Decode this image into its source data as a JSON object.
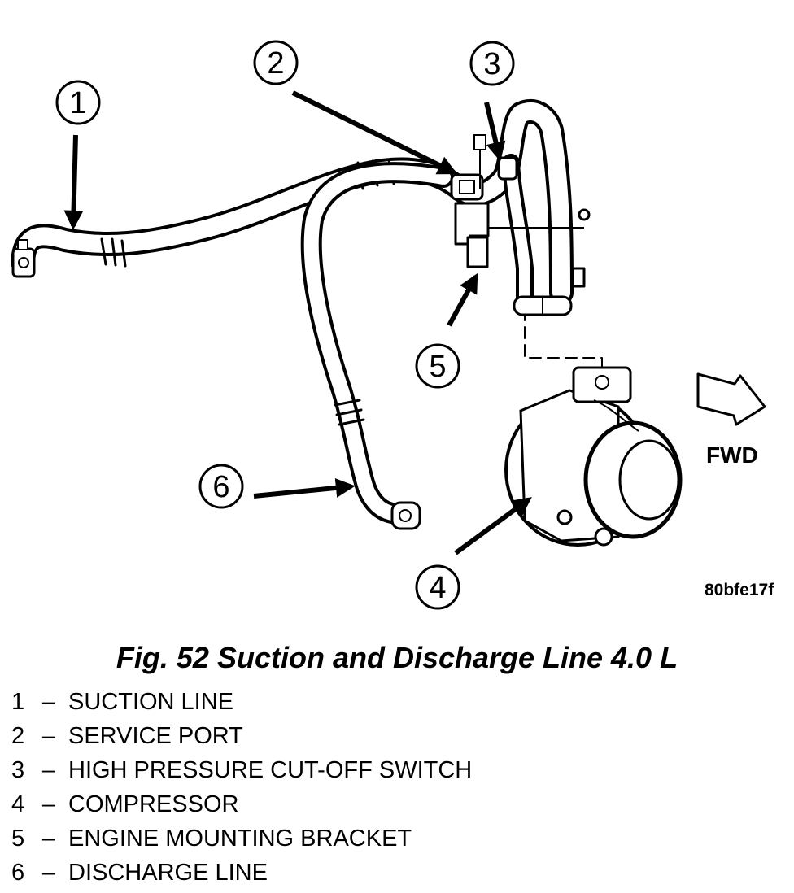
{
  "callouts": [
    {
      "number": "1"
    },
    {
      "number": "2"
    },
    {
      "number": "3"
    },
    {
      "number": "4"
    },
    {
      "number": "5"
    },
    {
      "number": "6"
    }
  ],
  "direction_label": "FWD",
  "figure_code": "80bfe17f",
  "caption": "Fig. 52 Suction and Discharge Line 4.0 L",
  "legend": [
    {
      "number": "1",
      "separator": "–",
      "label": "SUCTION LINE"
    },
    {
      "number": "2",
      "separator": "–",
      "label": "SERVICE PORT"
    },
    {
      "number": "3",
      "separator": "–",
      "label": "HIGH PRESSURE CUT-OFF SWITCH"
    },
    {
      "number": "4",
      "separator": "–",
      "label": "COMPRESSOR"
    },
    {
      "number": "5",
      "separator": "–",
      "label": "ENGINE MOUNTING BRACKET"
    },
    {
      "number": "6",
      "separator": "–",
      "label": "DISCHARGE LINE"
    }
  ]
}
